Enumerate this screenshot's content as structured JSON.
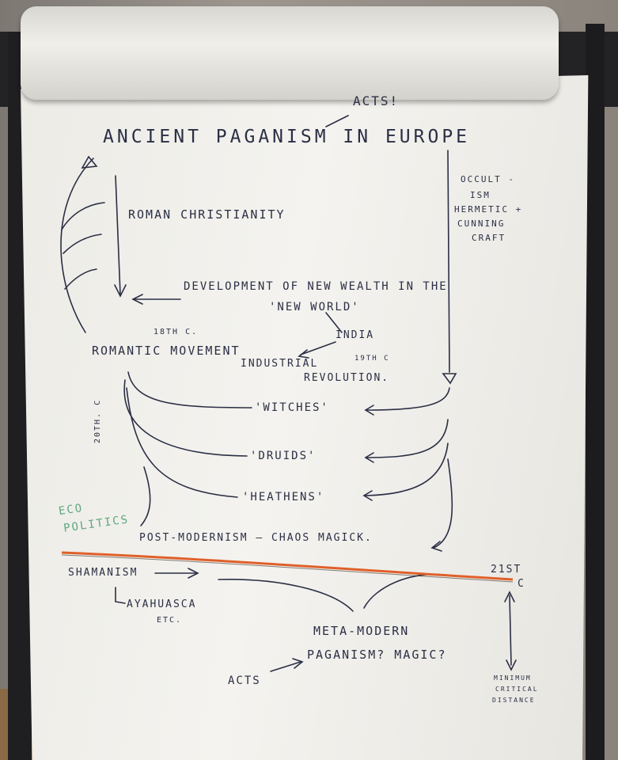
{
  "acts_top": "ACTS!",
  "title": "ANCIENT PAGANISM IN EUROPE",
  "roman": "ROMAN CHRISTIANITY",
  "occult": [
    "OCCULT -",
    "ISM",
    "HERMETIC +",
    "CUNNING",
    "CRAFT"
  ],
  "development_1": "DEVELOPMENT OF NEW WEALTH IN THE",
  "development_2": "'NEW WORLD'",
  "c18": "18TH C.",
  "india": "INDIA",
  "romantic": "ROMANTIC MOVEMENT",
  "industrial_1": "INDUSTRIAL",
  "c19": "19TH C",
  "industrial_2": "REVOLUTION.",
  "c20": "20TH. C",
  "witches": "'WITCHES'",
  "druids": "'DRUIDS'",
  "heathens": "'HEATHENS'",
  "eco_1": "ECO",
  "eco_2": "POLITICS",
  "postmodern": "POST-MODERNISM — CHAOS MAGICK.",
  "shamanism": "SHAMANISM",
  "ayahuasca": "AYAHUASCA",
  "etc": "ETC.",
  "c21_1": "21ST",
  "c21_2": "C",
  "meta": "META-MODERN",
  "paganism": "PAGANISM? MAGIC?",
  "acts_bottom": "ACTS",
  "minimum": [
    "MINIMUM",
    "CRITICAL",
    "DISTANCE"
  ],
  "colors": {
    "ink": "#2b2f45",
    "red_line": "#e0602a",
    "green": "#5fa87d"
  }
}
